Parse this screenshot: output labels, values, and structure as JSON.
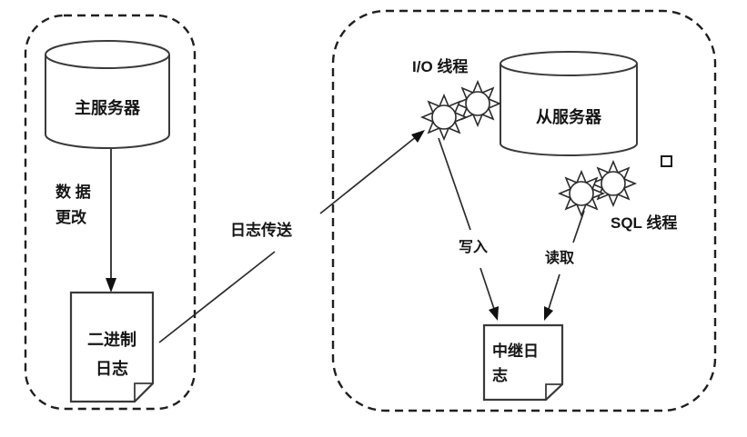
{
  "master": {
    "server_label": "主服务器",
    "data_change_line1": "数 据",
    "data_change_line2": "更改",
    "binlog_line1": "二进制",
    "binlog_line2": "日志"
  },
  "transfer": {
    "label": "日志传送"
  },
  "slave": {
    "io_thread_label": "I/O 线程",
    "server_label": "从服务器",
    "sql_thread_label": "SQL 线程",
    "write_label": "写入",
    "read_label": "读取",
    "relay_line1": "中继日",
    "relay_line2": "志"
  },
  "icons": {
    "database": "cylinder-icon",
    "log_file": "document-dogear-icon",
    "thread": "gear-sun-icon",
    "marker": "small-square-marker"
  },
  "colors": {
    "background": "#ffffff",
    "line": "#2b2b2b",
    "text": "#151515",
    "shape_fill": "#ffffff"
  }
}
